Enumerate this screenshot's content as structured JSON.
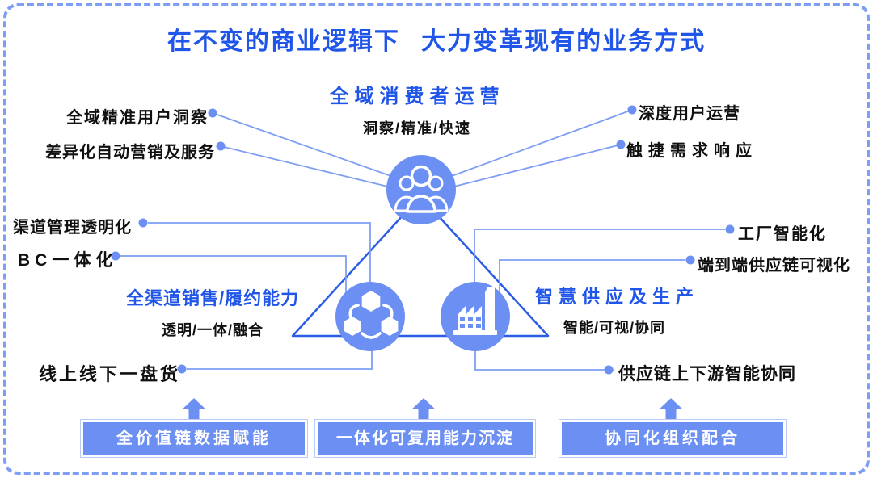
{
  "colors": {
    "accent_blue": "#1f55e8",
    "periwinkle": "#6c8ff3",
    "line_blue": "#7d9ef3",
    "text_black": "#101010"
  },
  "title": "在不变的商业逻辑下 大力变革现有的业务方式",
  "pillars": {
    "consumer": {
      "heading": "全域消费者运营",
      "tagline": "洞察/精准/快速"
    },
    "channel": {
      "heading": "全渠道销售/履约能力",
      "tagline": "透明/一体/融合"
    },
    "supply": {
      "heading": "智慧供应及生产",
      "tagline": "智能/可视/协同"
    }
  },
  "callouts": {
    "precise_user_insight": "全域精准用户洞察",
    "differentiated_marketing": "差异化自动营销及服务",
    "channel_transparency": "渠道管理透明化",
    "bc_integration": "BC一体化",
    "online_offline_inventory": "线上线下一盘货",
    "deep_user_operation": "深度用户运营",
    "demand_response": "触捷需求响应",
    "factory_intelligence": "工厂智能化",
    "e2e_supplychain_visibility": "端到端供应链可视化",
    "supplychain_collaboration": "供应链上下游智能协同"
  },
  "foundation": {
    "boxes": [
      {
        "label": "全价值链数据赋能"
      },
      {
        "label": "一体化可复用能力沉淀"
      },
      {
        "label": "协同化组织配合"
      }
    ]
  },
  "icons": {
    "consumer": "people-group-icon",
    "channel": "molecule-icon",
    "supply": "factory-icon"
  }
}
